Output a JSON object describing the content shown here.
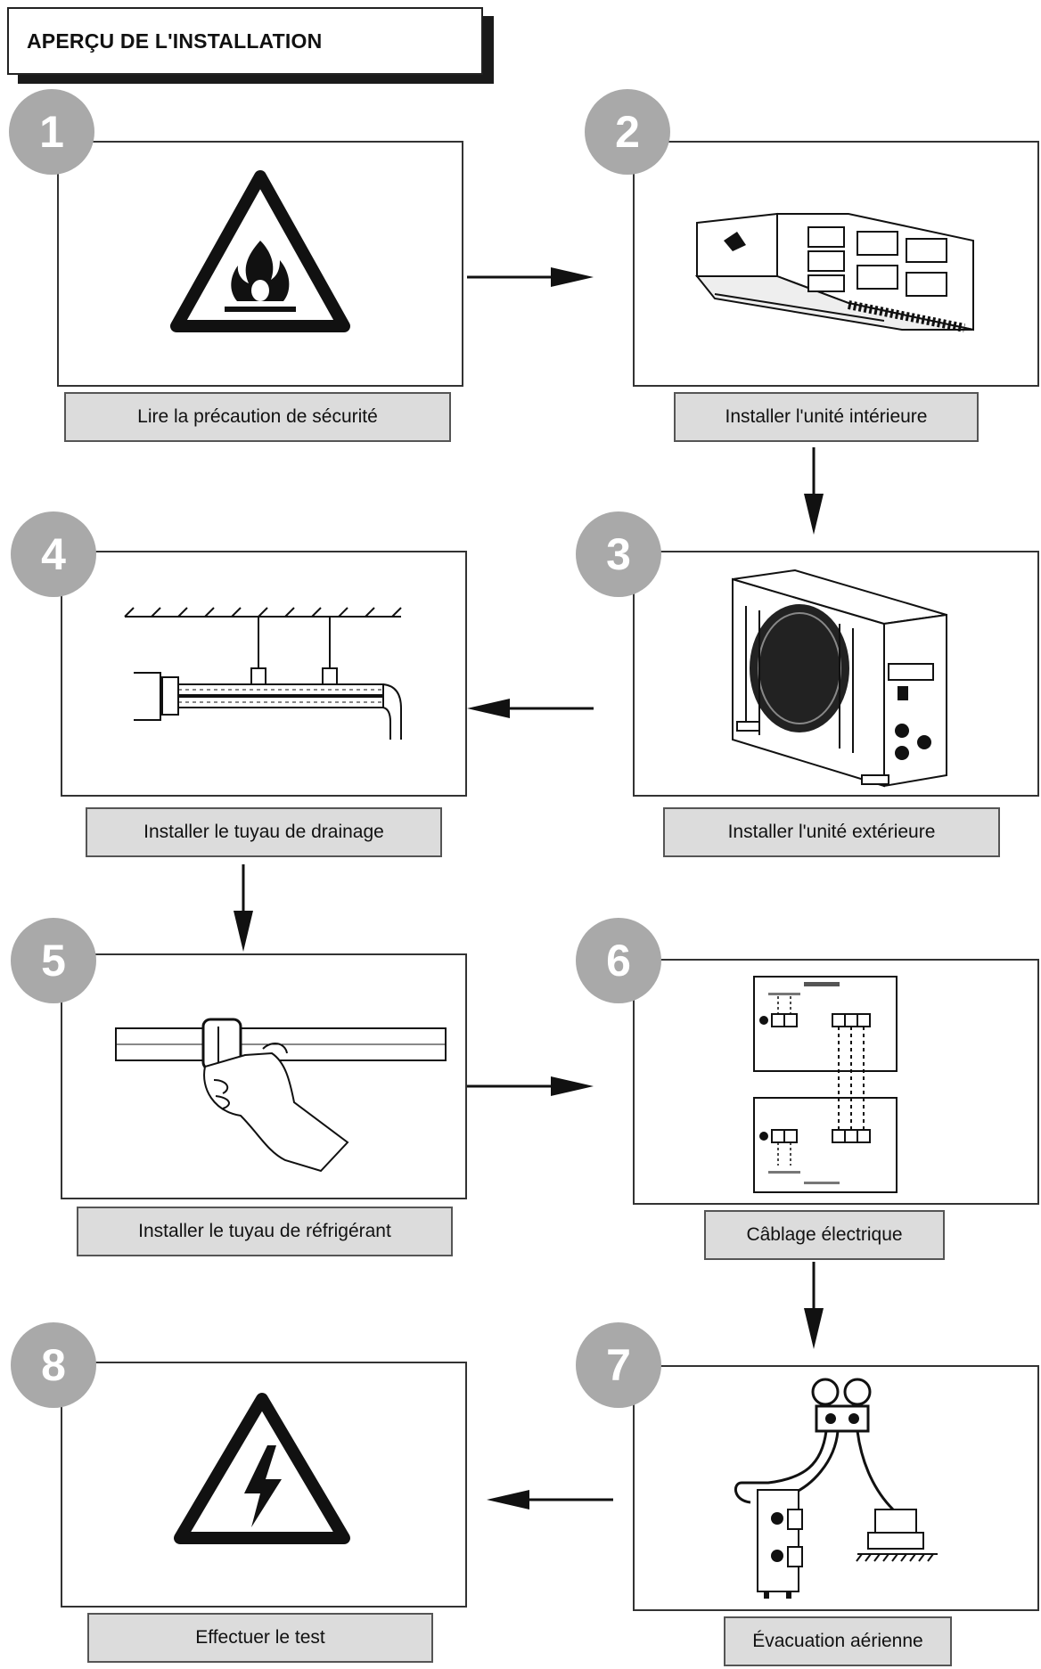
{
  "header": {
    "title": "APERÇU DE L'INSTALLATION"
  },
  "steps": [
    {
      "number": "1",
      "label": "Lire la précaution de sécurité",
      "icon": "flammable-warning-icon"
    },
    {
      "number": "2",
      "label": "Installer l'unité intérieure",
      "icon": "indoor-unit-icon"
    },
    {
      "number": "3",
      "label": "Installer l'unité extérieure",
      "icon": "outdoor-unit-icon"
    },
    {
      "number": "4",
      "label": "Installer le tuyau de drainage",
      "icon": "drain-pipe-icon"
    },
    {
      "number": "5",
      "label": "Installer le tuyau de réfrigérant",
      "icon": "refrigerant-pipe-icon"
    },
    {
      "number": "6",
      "label": "Câblage électrique",
      "icon": "wiring-diagram-icon"
    },
    {
      "number": "7",
      "label": "Évacuation aérienne",
      "icon": "vacuum-gauge-icon"
    },
    {
      "number": "8",
      "label": "Effectuer le test",
      "icon": "electrical-hazard-icon"
    }
  ],
  "flow_order": [
    "1",
    "2",
    "3",
    "4",
    "5",
    "6",
    "7",
    "8"
  ]
}
